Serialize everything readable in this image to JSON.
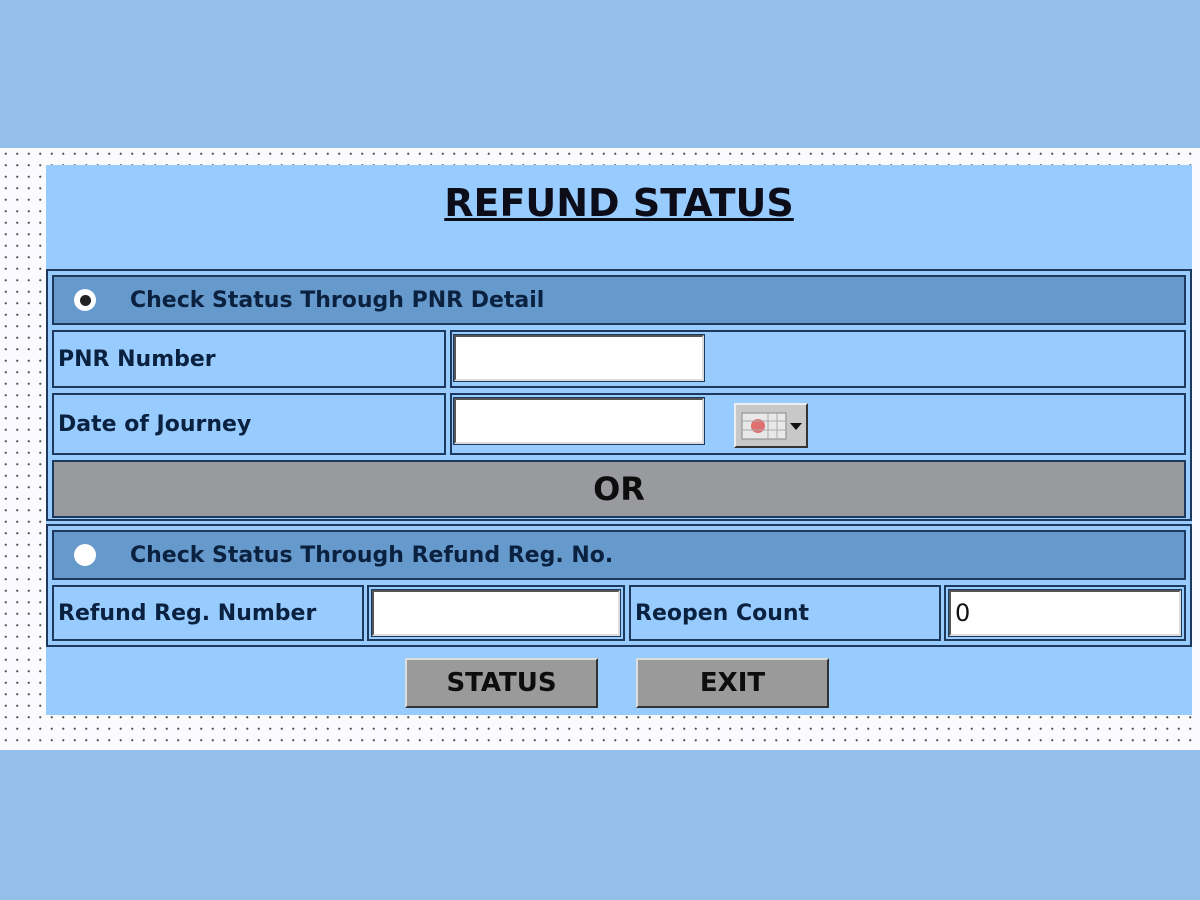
{
  "title": "REFUND STATUS",
  "pnr_section": {
    "label": "Check Status Through PNR Detail",
    "selected": true,
    "pnr_label": "PNR Number",
    "pnr_value": "",
    "doj_label": "Date of Journey",
    "doj_value": ""
  },
  "separator": "OR",
  "refund_section": {
    "label": "Check Status Through Refund Reg. No.",
    "selected": false,
    "reg_label": "Refund Reg. Number",
    "reg_value": "",
    "reopen_label": "Reopen Count",
    "reopen_value": "0"
  },
  "buttons": {
    "status": "STATUS",
    "exit": "EXIT"
  }
}
